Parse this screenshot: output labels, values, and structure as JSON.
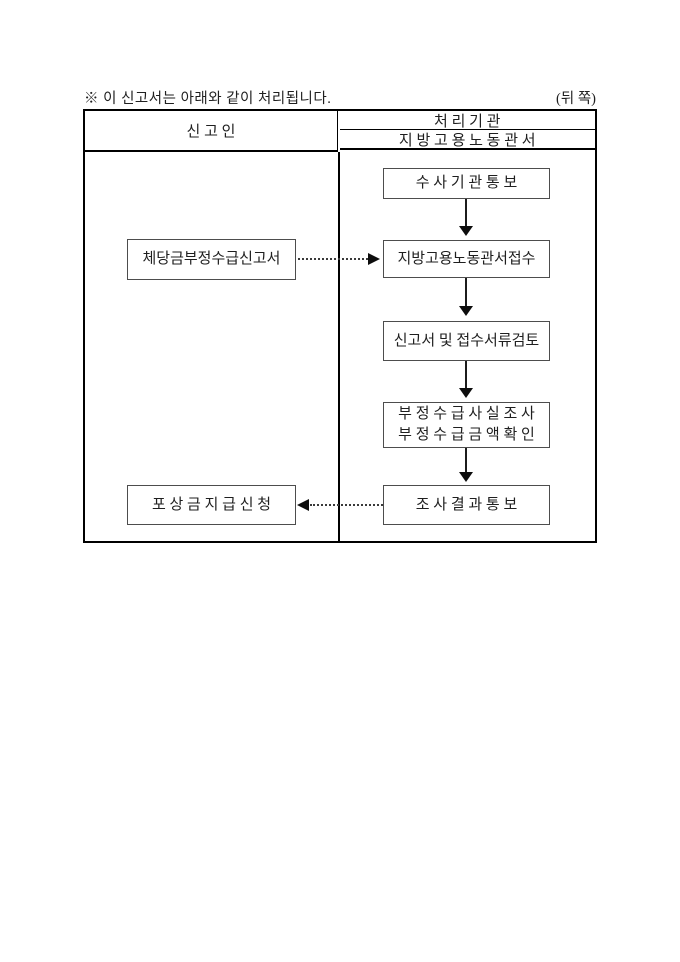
{
  "page": {
    "note": "※ 이 신고서는 아래와 같이 처리됩니다.",
    "side_label": "(뒤 쪽)"
  },
  "table": {
    "applicant_header": "신 고 인",
    "agency_header": "처 리 기 관",
    "agency_subheader": "지 방 고 용 노 동 관 서"
  },
  "flowchart": {
    "applicant_column": {
      "report_box": "체당금부정수급신고서",
      "reward_box": "포 상 금 지 급 신 청"
    },
    "agency_column": {
      "step1": "수 사 기 관 통 보",
      "step2": "지방고용노동관서접수",
      "step3": "신고서 및 접수서류검토",
      "step4_line1": "부 정 수 급 사 실 조 사",
      "step4_line2": "부 정 수 급 금 액 확 인",
      "step5": "조 사 결 과 통 보"
    }
  },
  "colors": {
    "background": "#ffffff",
    "text": "#1f1f1f",
    "table_border": "#000000",
    "box_border": "#4d4d4d"
  }
}
